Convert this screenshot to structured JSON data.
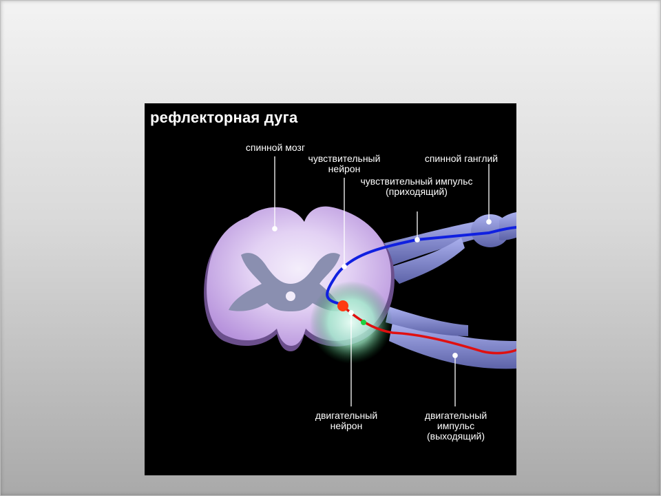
{
  "diagram": {
    "title": "рефлекторная дуга",
    "labels": {
      "spinal_cord": "спинной мозг",
      "sensory_neuron_l1": "чувствительный",
      "sensory_neuron_l2": "нейрон",
      "spinal_ganglion": "спинной ганглий",
      "sensory_impulse_l1": "чувствительный импульс",
      "sensory_impulse_l2": "(приходящий)",
      "motor_neuron_l1": "двигательный",
      "motor_neuron_l2": "нейрон",
      "motor_impulse_l1": "двигательный",
      "motor_impulse_l2": "импульс",
      "motor_impulse_l3": "(выходящий)"
    },
    "colors": {
      "background": "#000000",
      "white_matter": "#c7a8e6",
      "gray_matter": "#8a8fb0",
      "nerve": "#8c92d6",
      "sensory_path": "#1020e0",
      "motor_path": "#e01010",
      "glow": "#9ff0c8"
    }
  }
}
